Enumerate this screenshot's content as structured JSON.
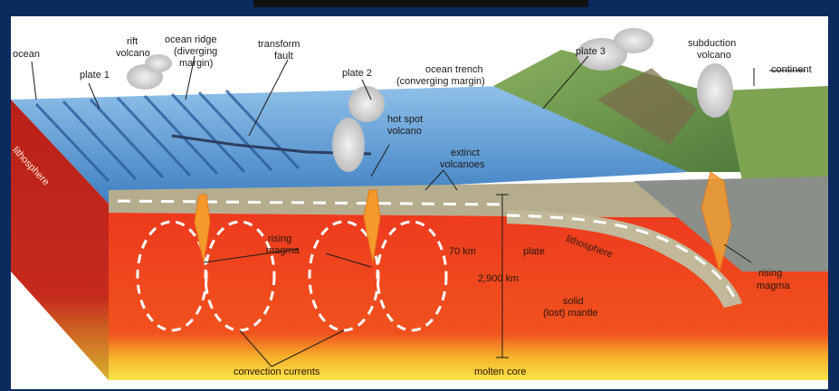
{
  "labels": {
    "ocean": "ocean",
    "plate1": "plate 1",
    "rift_volcano_1": "rift",
    "rift_volcano_2": "volcano",
    "ocean_ridge_1": "ocean ridge",
    "ocean_ridge_2": "(diverging",
    "ocean_ridge_3": "margin)",
    "transform_1": "transform",
    "transform_2": "fault",
    "plate2": "plate 2",
    "trench_1": "ocean trench",
    "trench_2": "(converging margin)",
    "plate3": "plate 3",
    "subduction_1": "subduction",
    "subduction_2": "volcano",
    "continent": "continent",
    "hotspot_1": "hot spot",
    "hotspot_2": "volcano",
    "extinct_1": "extinct",
    "extinct_2": "volcanoes",
    "lithosphere_left": "lithosphere",
    "lithosphere_right": "lithosphere",
    "rising_magma_1": "rising",
    "rising_magma_2": "magma",
    "km70": "70 km",
    "plate": "plate",
    "km2900": "2,900 km",
    "solid_1": "solid",
    "solid_2": "(lost) mantle",
    "rising_magma_r1": "rising",
    "rising_magma_r2": "magma",
    "convection": "convection currents",
    "molten_core": "molten core"
  },
  "colors": {
    "frame": "#0b2a5e",
    "ocean": "#4a88c8",
    "mantle": "#e8341c",
    "core": "#f6e34a",
    "lithosphere": "#b5ad8e",
    "magma": "#f59a2a",
    "land": "#6e9448"
  }
}
